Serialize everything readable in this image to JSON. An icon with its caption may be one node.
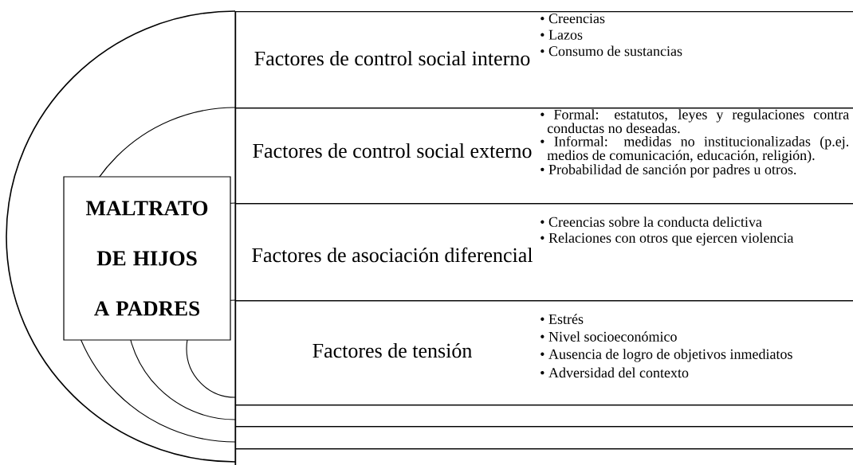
{
  "diagram": {
    "nodes": [
      {
        "text": [
          "MALTRATO DE HIJOS A PADRES"
        ]
      },
      {
        "text": [
          "Factores de control social interno",
          "• Creencias",
          "• Lazos",
          "• Consumo de sustancias"
        ]
      },
      {
        "text": [
          "Factores de control social externo",
          "• Formal: estatutos, leyes y regulaciones contra conductas no deseadas.",
          "• Informal: medidas no institucionalizadas (p.ej. medios de comunicación, educación, religión).",
          "• Probabilidad de sanción por padres u otros."
        ]
      },
      {
        "text": [
          "Factores de asociación diferencial",
          "• Creencias sobre la conducta delictiva",
          "• Relaciones con otros que ejercen violencia"
        ]
      },
      {
        "text": [
          "Factores de tensión",
          "• Estrés",
          "• Nivel socioeconómico",
          "• Ausencia de logro de objetivos inmediatos",
          "• Adversidad del contexto"
        ]
      },
      {
        "text": [],
        "shape": "box"
      },
      {
        "text": [],
        "shape": "box"
      },
      {
        "text": [],
        "shape": "box"
      }
    ]
  }
}
